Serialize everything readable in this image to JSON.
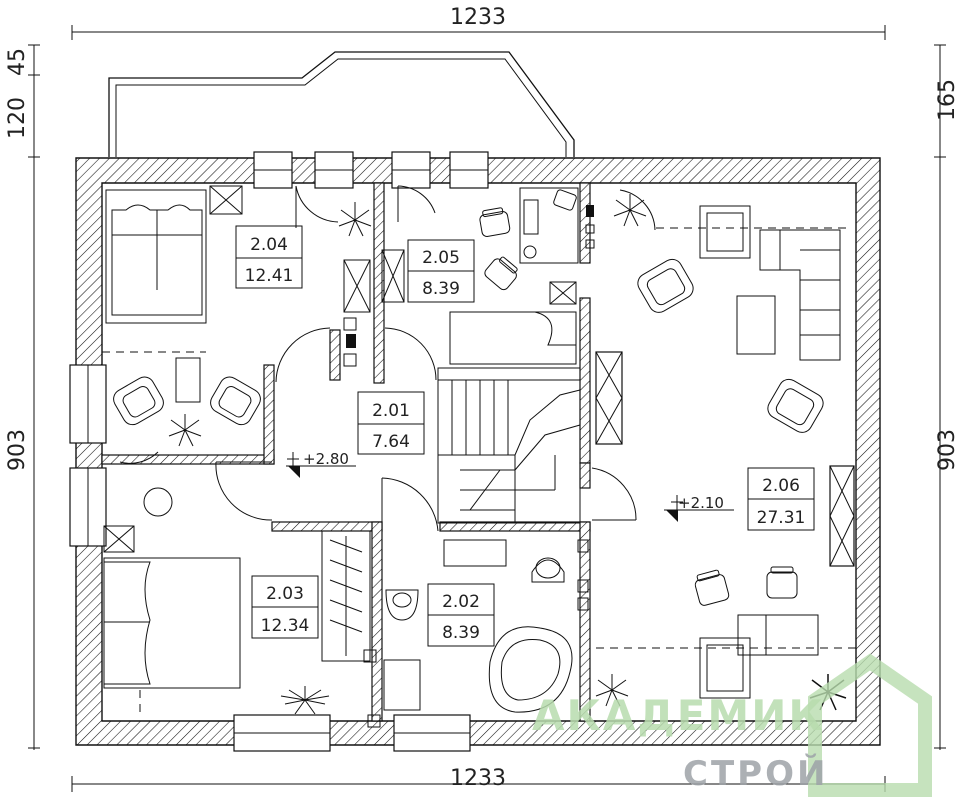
{
  "dimensions": {
    "top_width": "1233",
    "bottom_width": "1233",
    "left_height": "903",
    "right_height": "903",
    "left_top_a": "120",
    "left_top_b": "45",
    "right_top": "165"
  },
  "rooms": [
    {
      "id": "2.04",
      "area": "12.41"
    },
    {
      "id": "2.05",
      "area": "8.39"
    },
    {
      "id": "2.01",
      "area": "7.64"
    },
    {
      "id": "2.03",
      "area": "12.34"
    },
    {
      "id": "2.02",
      "area": "8.39"
    },
    {
      "id": "2.06",
      "area": "27.31"
    }
  ],
  "levels": {
    "left": "+2.80",
    "right": "+2.10"
  },
  "watermark": {
    "line1": "АКАДЕМИК",
    "line2": "СТРОЙ",
    "color_light": "#b8dcae",
    "color_gray": "#9ea3a8"
  }
}
